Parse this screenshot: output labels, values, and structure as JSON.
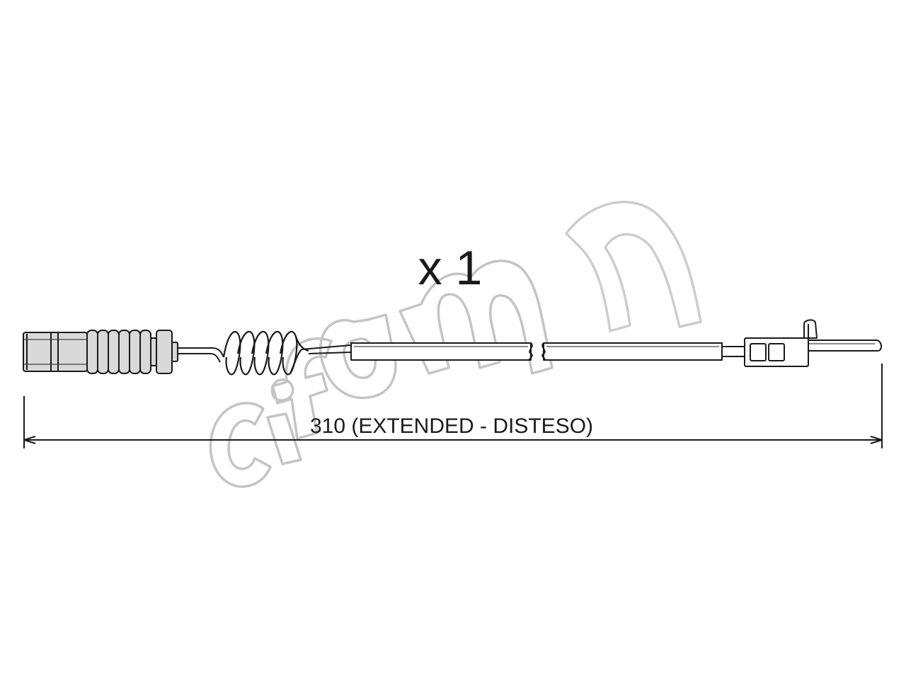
{
  "drawing": {
    "quantity_label": "x 1",
    "dimension_label": "310 (EXTENDED - DISTESO)",
    "watermark_text": "cifam",
    "line_color": "#1a1a1a",
    "part_fill_color": "#d9d9d9",
    "watermark_color": "#c4c4c4"
  }
}
